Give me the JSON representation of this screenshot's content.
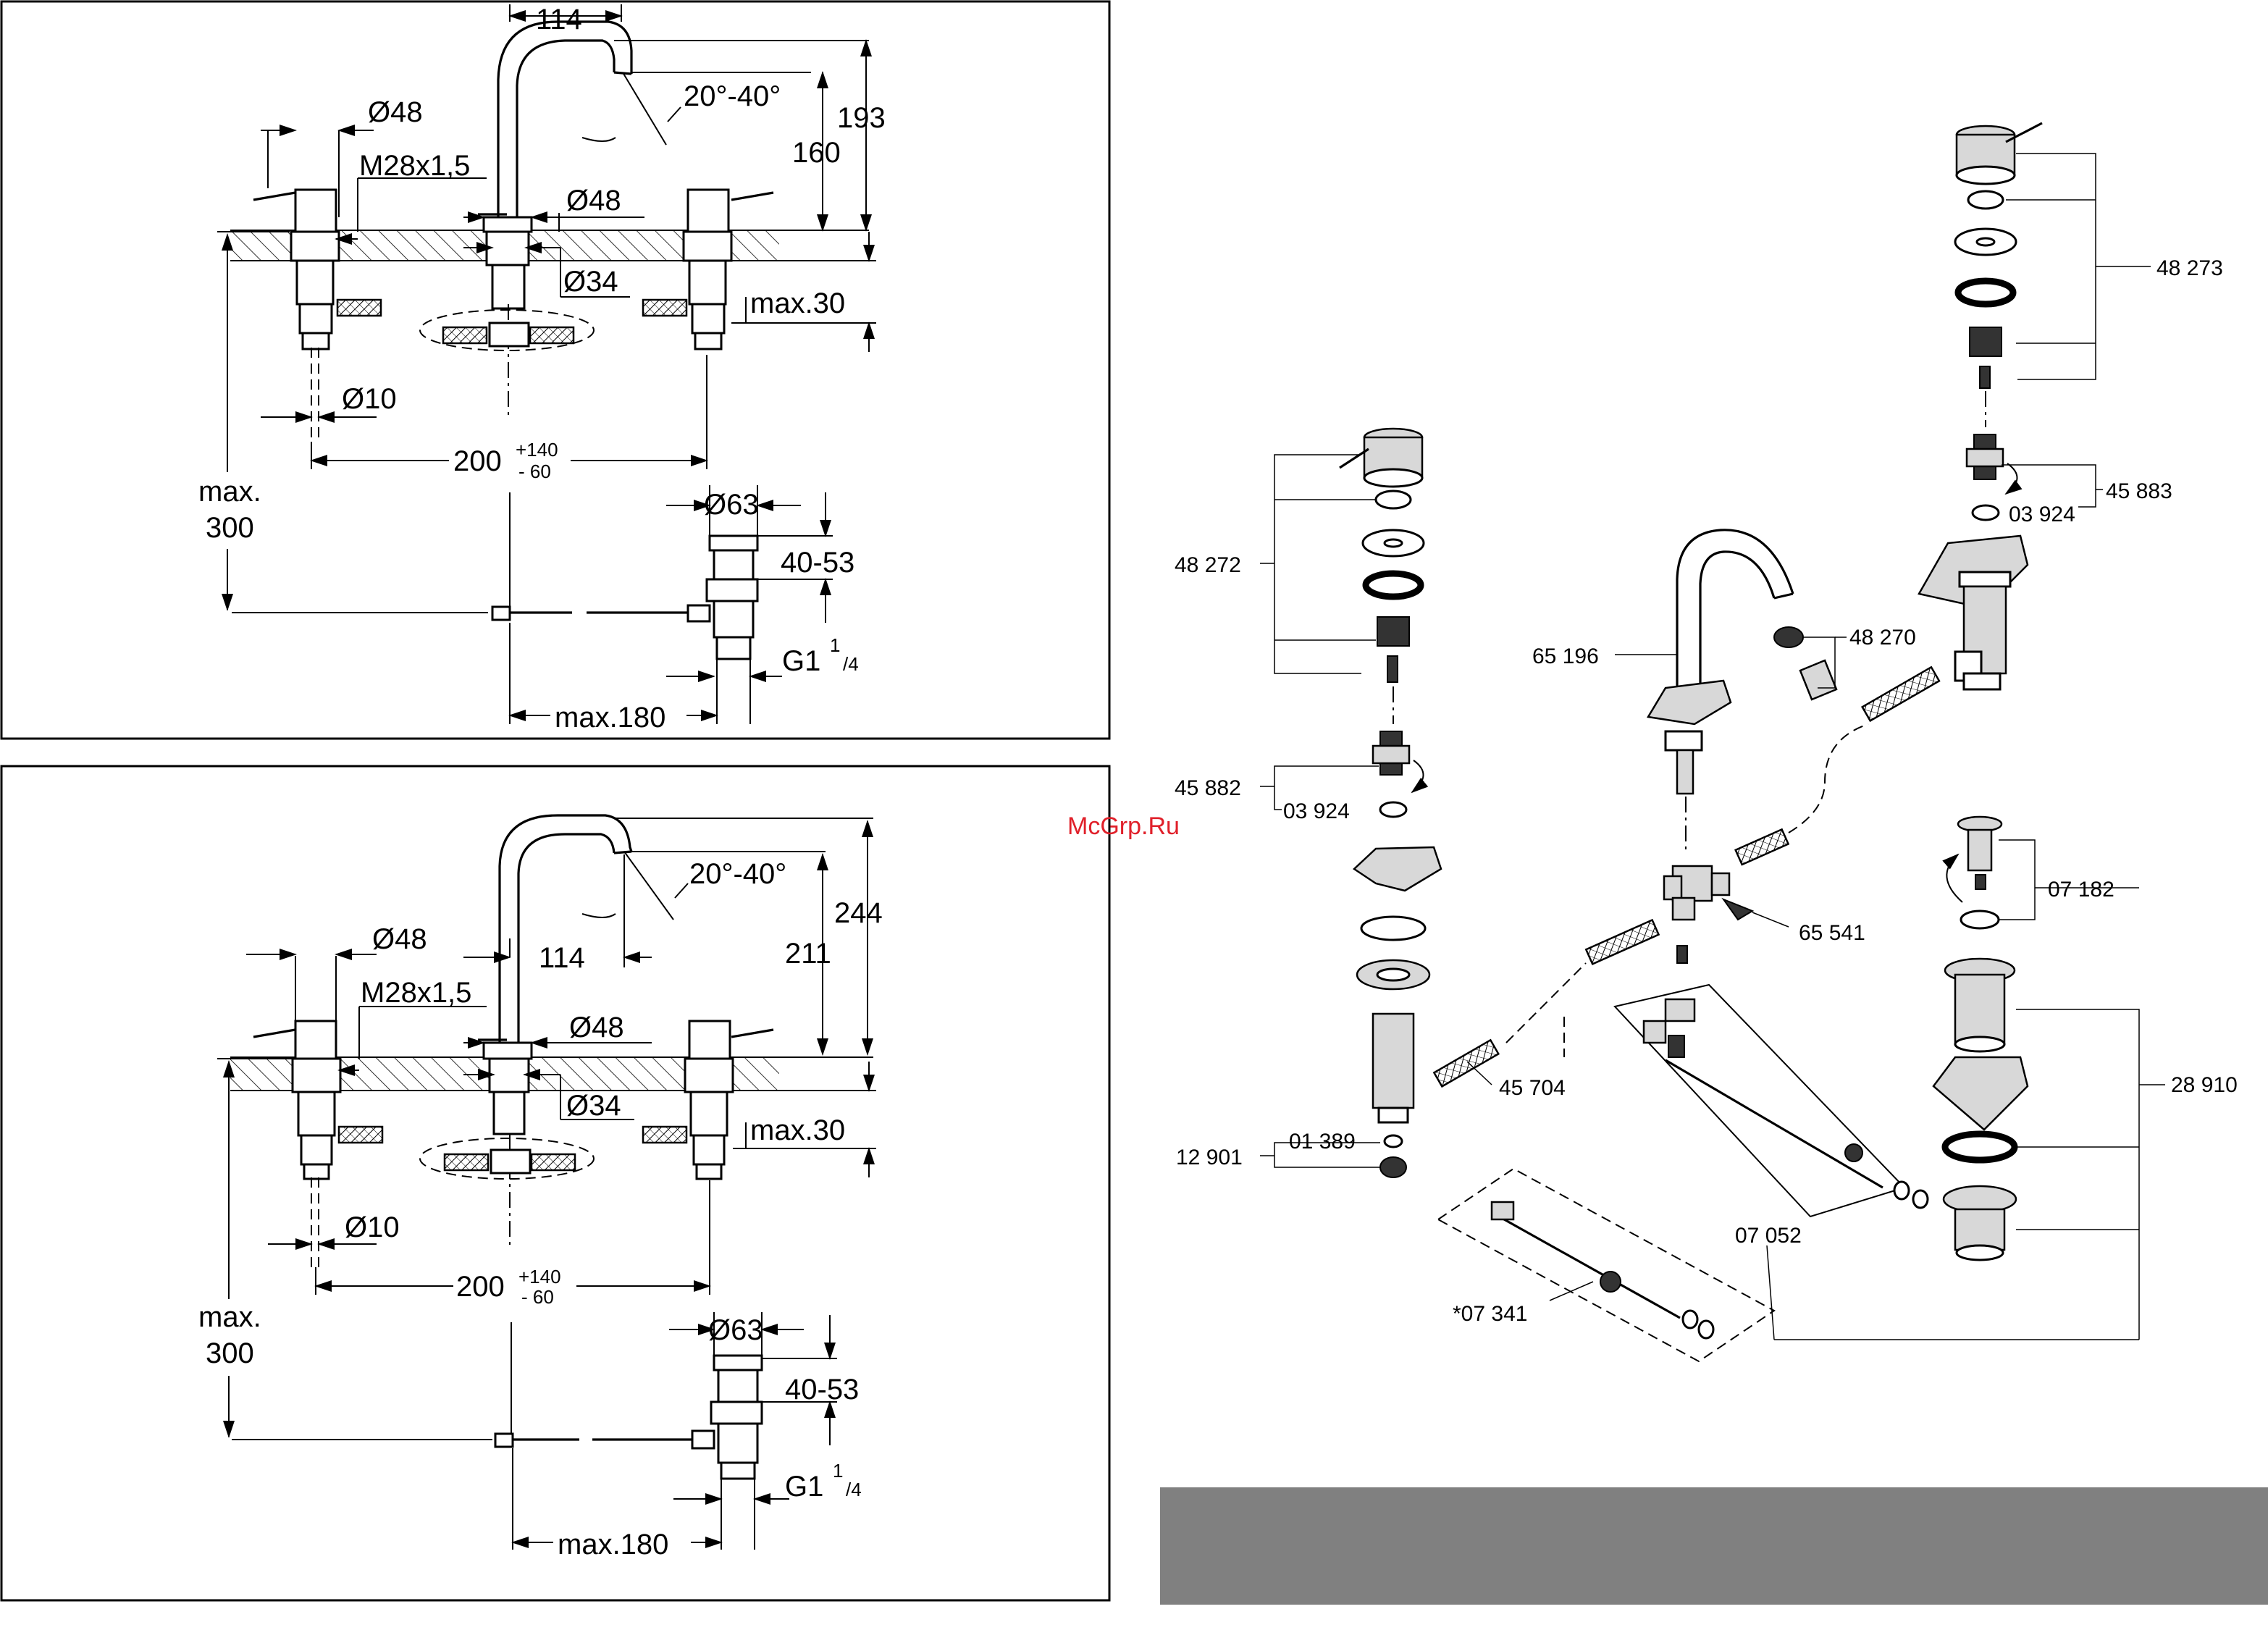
{
  "dimensions_top": {
    "d114": "114",
    "angle": "20°-40°",
    "h193": "193",
    "h160": "160",
    "dia48_left": "Ø48",
    "thread": "M28x1,5",
    "dia48_mid": "Ø48",
    "dia34": "Ø34",
    "max30": "max.30",
    "dia10": "Ø10",
    "d200": "200",
    "tol_plus": "+140",
    "tol_minus": "- 60",
    "max300_a": "max.",
    "max300_b": "300",
    "dia63": "Ø63",
    "r4053": "40-53",
    "g1": "G1",
    "g1_num": "1",
    "g1_den": "/4",
    "max180": "max.180"
  },
  "dimensions_bottom": {
    "d114": "114",
    "angle": "20°-40°",
    "h244": "244",
    "h211": "211",
    "dia48_left": "Ø48",
    "thread": "M28x1,5",
    "dia48_mid": "Ø48",
    "dia34": "Ø34",
    "max30": "max.30",
    "dia10": "Ø10",
    "d200": "200",
    "tol_plus": "+140",
    "tol_minus": "- 60",
    "max300_a": "max.",
    "max300_b": "300",
    "dia63": "Ø63",
    "r4053": "40-53",
    "g1": "G1",
    "g1_num": "1",
    "g1_den": "/4",
    "max180": "max.180"
  },
  "parts": {
    "p48273": "48 273",
    "p45883": "45 883",
    "p03924_r": "03 924",
    "p48272": "48 272",
    "p65196": "65 196",
    "p48270": "48 270",
    "p45882": "45 882",
    "p03924_l": "03 924",
    "p65541": "65 541",
    "p07182": "07 182",
    "p28910": "28 910",
    "p45704": "45 704",
    "p12901": "12 901",
    "p01389": "01 389",
    "p07052": "07 052",
    "p07341": "*07 341"
  },
  "watermark": "McGrp.Ru",
  "colors": {
    "footer_bar": "#808080",
    "watermark": "#e0202a"
  }
}
